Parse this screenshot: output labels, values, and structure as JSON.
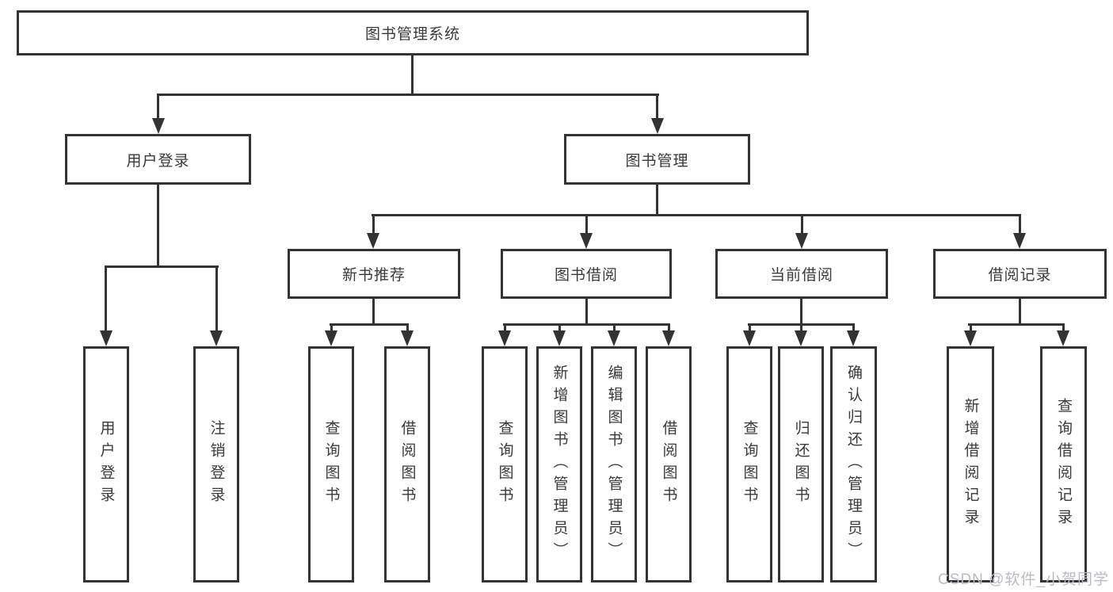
{
  "tree": {
    "root": {
      "label": "图书管理系统",
      "children": [
        {
          "label": "用户登录",
          "children": [
            {
              "label": "用户登录"
            },
            {
              "label": "注销登录"
            }
          ]
        },
        {
          "label": "图书管理",
          "children": [
            {
              "label": "新书推荐",
              "children": [
                {
                  "label": "查询图书"
                },
                {
                  "label": "借阅图书"
                }
              ]
            },
            {
              "label": "图书借阅",
              "children": [
                {
                  "label": "查询图书"
                },
                {
                  "label": "新增图书（管理员）"
                },
                {
                  "label": "编辑图书（管理员）"
                },
                {
                  "label": "借阅图书"
                }
              ]
            },
            {
              "label": "当前借阅",
              "children": [
                {
                  "label": "查询图书"
                },
                {
                  "label": "归还图书"
                },
                {
                  "label": "确认归还（管理员）"
                }
              ]
            },
            {
              "label": "借阅记录",
              "children": [
                {
                  "label": "新增借阅记录"
                },
                {
                  "label": "查询借阅记录"
                }
              ]
            }
          ]
        }
      ]
    }
  },
  "watermark": {
    "text": "CSDN @软件_小贺同学"
  },
  "colors": {
    "line": "#333333",
    "text": "#3a3a3a",
    "watermark": "#b9bdc1",
    "background": "#ffffff"
  }
}
